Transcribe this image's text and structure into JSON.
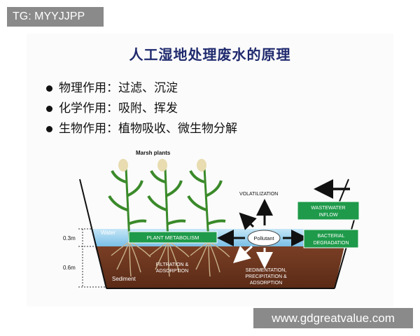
{
  "watermark_top": "TG: MYYJJPP",
  "title": "人工湿地处理废水的原理",
  "bullets": [
    "物理作用：过滤、沉淀",
    "化学作用：吸附、挥发",
    "生物作用：植物吸收、微生物分解"
  ],
  "diagram": {
    "marsh_plants": "Marsh plants",
    "volatilization": "VOLATILIZATION",
    "wastewater_inflow": [
      "WASTEWATER",
      "INFLOW"
    ],
    "water": "Water",
    "plant_metabolism": "PLANT METABOLISM",
    "pollutant": "Pollutant",
    "bacterial_degradation": [
      "BACTERIAL",
      "DEGRADATION"
    ],
    "depth_water": "0.3m",
    "depth_sediment": "0.6m",
    "filtration_adsorption": [
      "FILTRATION &",
      "ADSORPTION"
    ],
    "sediment": "Sediment",
    "sedimentation": [
      "SEDIMENTATION,",
      "PRECIPITATION &",
      "ADSORPTION"
    ]
  },
  "watermark_bottom": "www.gdgreatvalue.com",
  "colors": {
    "green_box": "#1e9a4a",
    "water": "#9fd3ef",
    "sediment": "#6b3420",
    "title": "#1f2a6e"
  }
}
